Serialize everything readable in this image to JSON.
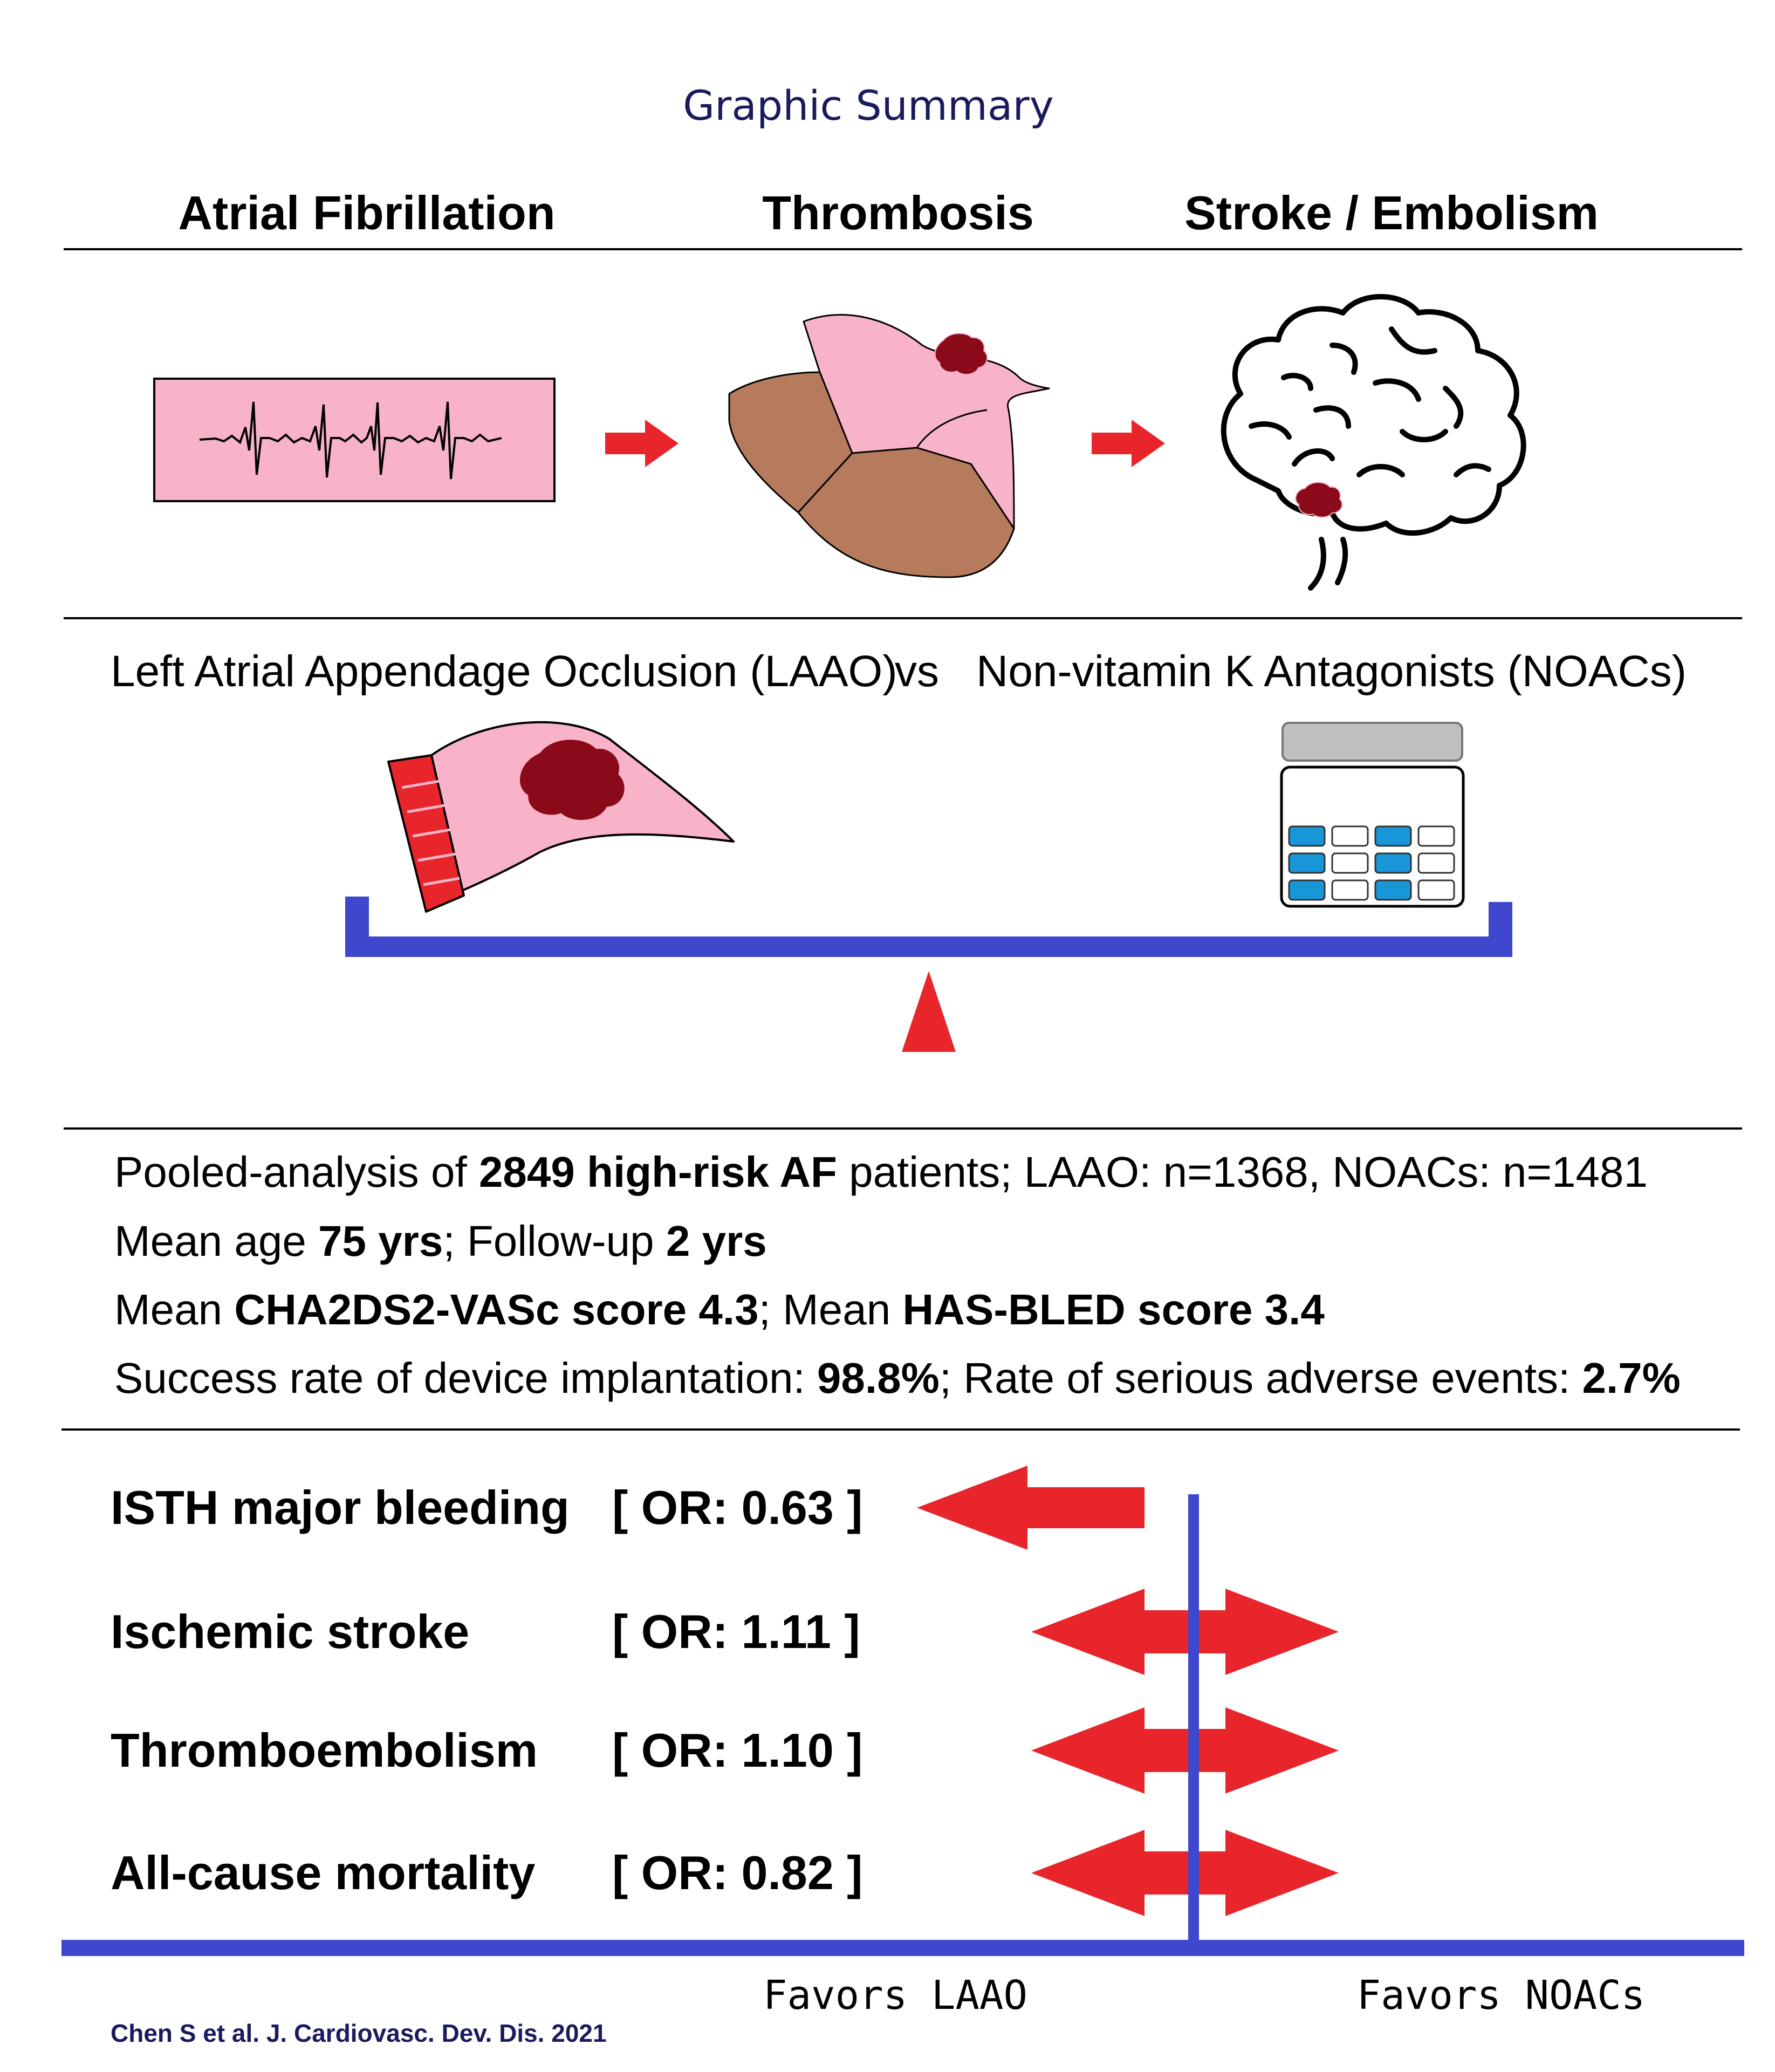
{
  "title": "Graphic Summary",
  "stages": [
    "Atrial Fibrillation",
    "Thrombosis",
    "Stroke / Embolism"
  ],
  "comparison": {
    "left": "Left Atrial Appendage Occlusion (LAAO)",
    "vs": "vs",
    "right": "Non-vitamin K Antagonists (NOACs)"
  },
  "stats": [
    [
      {
        "t": "Pooled-analysis of ",
        "b": false
      },
      {
        "t": "2849 high-risk AF",
        "b": true
      },
      {
        "t": " patients; LAAO: n=1368, NOACs: n=1481",
        "b": false
      }
    ],
    [
      {
        "t": "Mean age ",
        "b": false
      },
      {
        "t": "75 yrs",
        "b": true
      },
      {
        "t": "; Follow-up ",
        "b": false
      },
      {
        "t": "2 yrs",
        "b": true
      }
    ],
    [
      {
        "t": "Mean ",
        "b": false
      },
      {
        "t": "CHA2DS2-VASc score 4.3",
        "b": true
      },
      {
        "t": "; Mean ",
        "b": false
      },
      {
        "t": "HAS-BLED score 3.4",
        "b": true
      }
    ],
    [
      {
        "t": "Success rate of device implantation: ",
        "b": false
      },
      {
        "t": "98.8%",
        "b": true
      },
      {
        "t": "; Rate of serious adverse events: ",
        "b": false
      },
      {
        "t": "2.7%",
        "b": true
      }
    ]
  ],
  "outcomes": [
    {
      "name": "ISTH major bleeding",
      "or_label": "[ OR: 0.63 ]",
      "or": 0.63,
      "direction": "favors-laao"
    },
    {
      "name": "Ischemic stroke",
      "or_label": "[ OR: 1.11 ]",
      "or": 1.11,
      "direction": "neutral"
    },
    {
      "name": "Thromboembolism",
      "or_label": "[ OR: 1.10 ]",
      "or": 1.1,
      "direction": "neutral"
    },
    {
      "name": "All-cause mortality",
      "or_label": "[ OR: 0.82 ]",
      "or": 0.82,
      "direction": "neutral"
    }
  ],
  "axis": {
    "left_label": "Favors LAAO",
    "right_label": "Favors NOACs"
  },
  "citation": "Chen S et al. J. Cardiovasc. Dev. Dis. 2021",
  "colors": {
    "title": "#1a1a5e",
    "arrow_red": "#e8252b",
    "balance_blue": "#3f48cc",
    "pink": "#f9b3c9",
    "tissue_brown": "#b67a5c",
    "clot": "#8b0a1a",
    "pill_blue": "#1896d8",
    "lid_gray": "#bfbfbf"
  }
}
